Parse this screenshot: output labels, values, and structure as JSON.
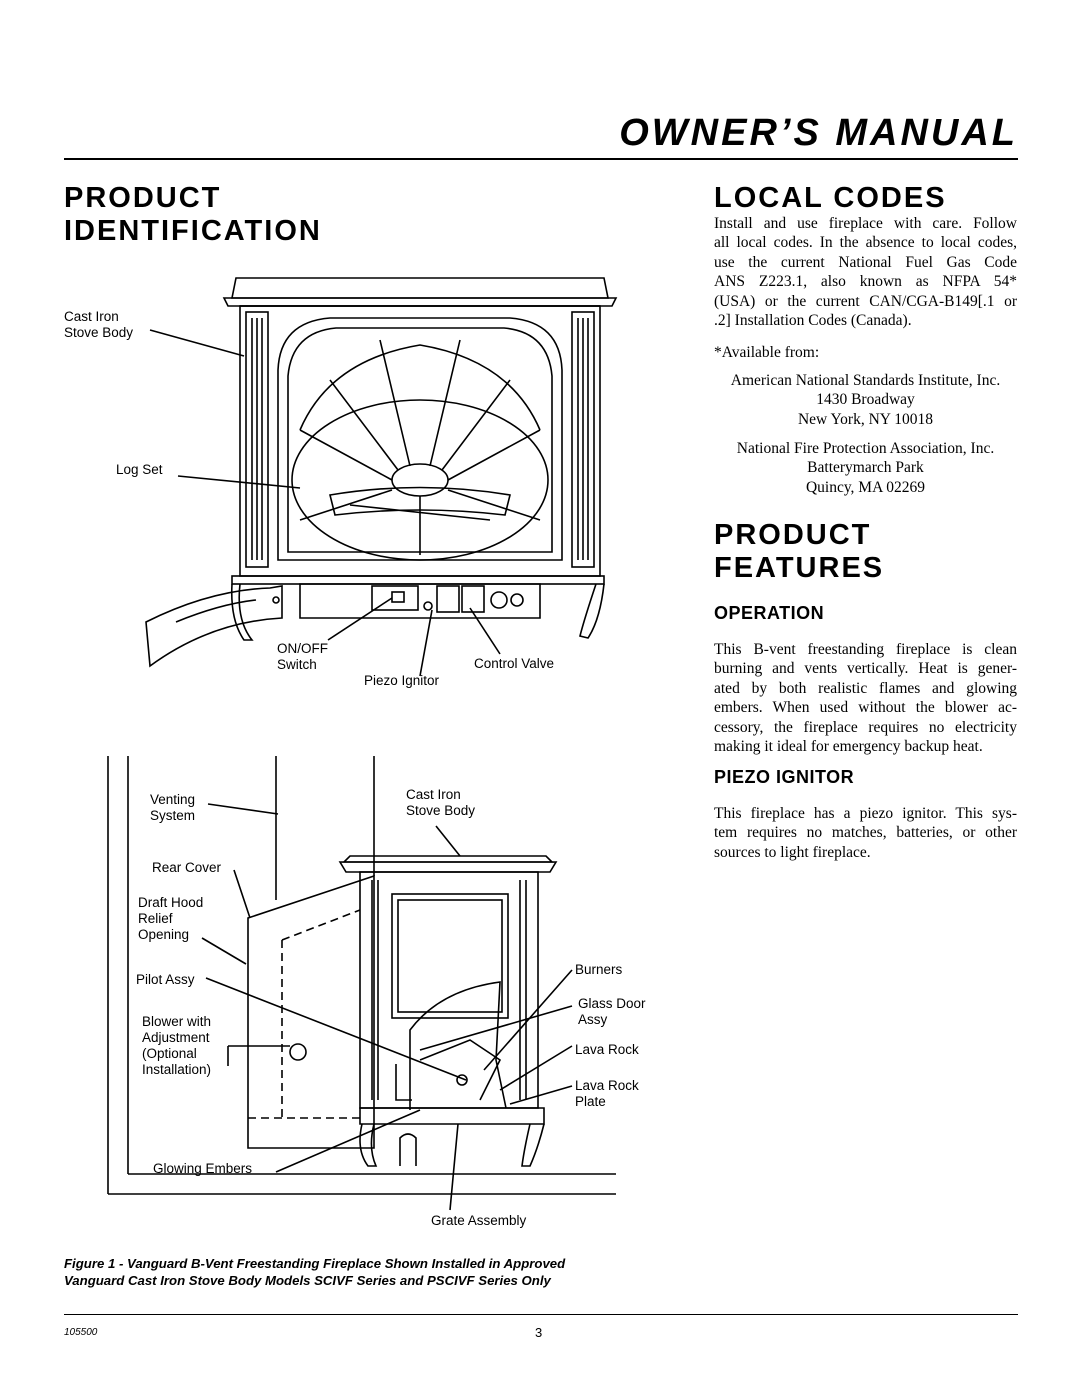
{
  "header": {
    "title": "OWNER’S MANUAL"
  },
  "left": {
    "heading_line1": "PRODUCT",
    "heading_line2": "IDENTIFICATION",
    "figure_top_labels": {
      "cast_iron_1": "Cast Iron",
      "cast_iron_2": "Stove Body",
      "log_set": "Log Set",
      "on_off_1": "ON/OFF",
      "on_off_2": "Switch",
      "piezo": "Piezo Ignitor",
      "control_valve": "Control Valve"
    },
    "figure_bottom_labels": {
      "venting_1": "Venting",
      "venting_2": "System",
      "cast_iron_1": "Cast Iron",
      "cast_iron_2": "Stove Body",
      "rear_cover": "Rear Cover",
      "draft_1": "Draft Hood",
      "draft_2": "Relief",
      "draft_3": "Opening",
      "pilot": "Pilot Assy",
      "blower_1": "Blower with",
      "blower_2": "Adjustment",
      "blower_3": "(Optional",
      "blower_4": "Installation)",
      "burners": "Burners",
      "glass_1": "Glass Door",
      "glass_2": "Assy",
      "lava_rock": "Lava Rock",
      "lava_plate_1": "Lava Rock",
      "lava_plate_2": "Plate",
      "glowing": "Glowing Embers",
      "grate": "Grate Assembly"
    },
    "caption_line1": "Figure 1 - Vanguard B-Vent Freestanding Fireplace Shown Installed in Approved",
    "caption_line2": "Vanguard Cast Iron Stove Body Models SCIVF Series and PSCIVF Series Only"
  },
  "right": {
    "local_codes_heading": "LOCAL CODES",
    "local_codes_lines": [
      "Install and use fireplace with care. Follow",
      "all local codes. In the absence to local codes,",
      "use the current National Fuel Gas Code",
      "ANS Z223.1, also known as NFPA 54*",
      "(USA) or the current CAN/CGA-B149[.1 or",
      ".2] Installation Codes (Canada)."
    ],
    "available_from": "*Available from:",
    "ansi": [
      "American National Standards Institute, Inc.",
      "1430 Broadway",
      "New York, NY 10018"
    ],
    "nfpa": [
      "National Fire Protection Association, Inc.",
      "Batterymarch Park",
      "Quincy, MA 02269"
    ],
    "features_line1": "PRODUCT",
    "features_line2": "FEATURES",
    "operation_heading": "OPERATION",
    "operation_lines": [
      "This B-vent freestanding fireplace is clean",
      "burning and vents vertically. Heat is gener-",
      "ated by both realistic flames and glowing",
      "embers. When used without the blower ac-",
      "cessory, the fireplace requires no electricity",
      "making it ideal for emergency backup heat."
    ],
    "piezo_heading": "PIEZO IGNITOR",
    "piezo_lines": [
      "This fireplace has a piezo ignitor. This sys-",
      "tem requires no matches, batteries, or other",
      "sources to light fireplace."
    ]
  },
  "footer": {
    "doc_number": "105500",
    "page_number": "3"
  }
}
